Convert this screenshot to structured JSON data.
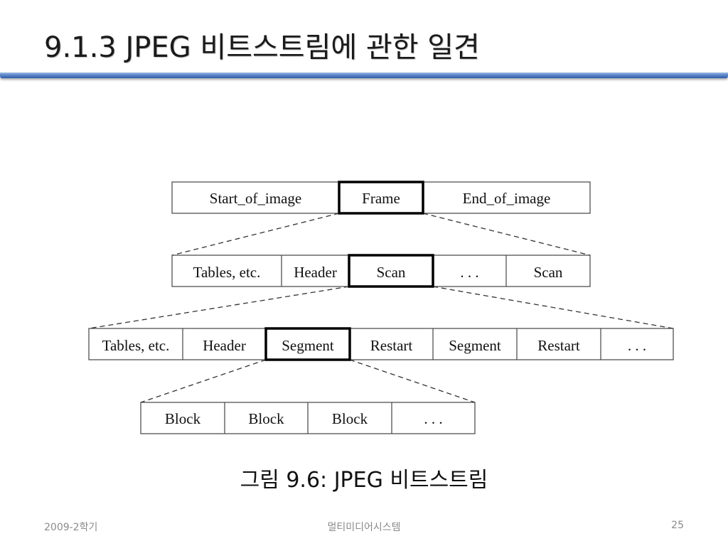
{
  "slide": {
    "title": "9.1.3 JPEG 비트스트림에 관한 일견",
    "caption": "그림 9.6: JPEG 비트스트림",
    "footer_left": "2009-2학기",
    "footer_center": "멀티미디어시스템",
    "footer_right": "25"
  },
  "diagram": {
    "row1": [
      "Start_of_image",
      "Frame",
      "End_of_image"
    ],
    "row2": [
      "Tables, etc.",
      "Header",
      "Scan",
      ". . .",
      "Scan"
    ],
    "row3": [
      "Tables, etc.",
      "Header",
      "Segment",
      "Restart",
      "Segment",
      "Restart",
      ". . ."
    ],
    "row4": [
      "Block",
      "Block",
      "Block",
      ". . ."
    ]
  },
  "colors": {
    "title_rule": "#2f5fa8",
    "box_border": "#444444",
    "highlight_border": "#000000"
  }
}
